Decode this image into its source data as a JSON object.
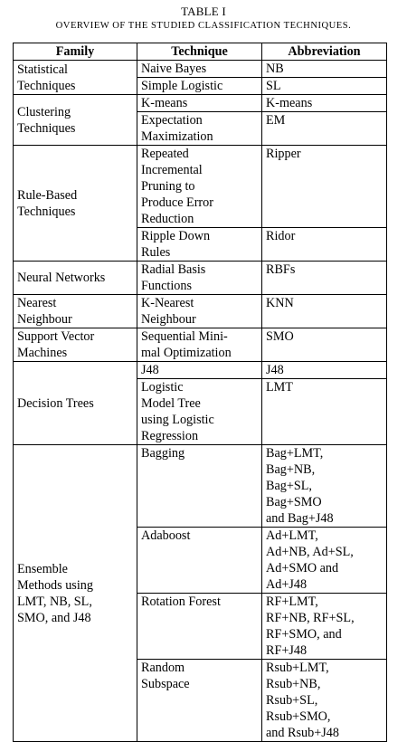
{
  "caption": {
    "number": "TABLE I",
    "title": "OVERVIEW OF THE STUDIED CLASSIFICATION TECHNIQUES."
  },
  "headers": [
    "Family",
    "Technique",
    "Abbreviation"
  ],
  "families": [
    {
      "name": "Statistical\nTechniques",
      "rows": [
        {
          "technique": "Naive Bayes",
          "abbr": "NB"
        },
        {
          "technique": "Simple Logistic",
          "abbr": "SL"
        }
      ]
    },
    {
      "name": "Clustering\nTechniques",
      "rows": [
        {
          "technique": "K-means",
          "abbr": "K-means"
        },
        {
          "technique": "Expectation\nMaximization",
          "abbr": "EM"
        }
      ]
    },
    {
      "name": "Rule-Based\nTechniques",
      "rows": [
        {
          "technique": "Repeated\nIncremental\nPruning          to\nProduce    Error\nReduction",
          "abbr": "Ripper"
        },
        {
          "technique": "Ripple      Down\nRules",
          "abbr": "Ridor"
        }
      ]
    },
    {
      "name": "Neural Networks",
      "rows": [
        {
          "technique": "Radial         Basis\nFunctions",
          "abbr": "RBFs"
        }
      ]
    },
    {
      "name": "Nearest\nNeighbour",
      "rows": [
        {
          "technique": "K-Nearest\nNeighbour",
          "abbr": "KNN"
        }
      ]
    },
    {
      "name": "Support     Vector\nMachines",
      "rows": [
        {
          "technique": "Sequential Mini-\nmal Optimization",
          "abbr": "SMO"
        }
      ]
    },
    {
      "name": "Decision Trees",
      "rows": [
        {
          "technique": "J48",
          "abbr": "J48"
        },
        {
          "technique": "Logistic\nModel          Tree\nusing    Logistic\nRegression",
          "abbr": "LMT"
        }
      ]
    },
    {
      "name": "Ensemble\nMethods using\nLMT, NB, SL,\nSMO, and J48",
      "rows": [
        {
          "technique": "Bagging",
          "abbr": "Bag+LMT,\nBag+NB,\nBag+SL,\nBag+SMO\nand Bag+J48"
        },
        {
          "technique": "Adaboost",
          "abbr": "Ad+LMT,\nAd+NB, Ad+SL,\nAd+SMO       and\nAd+J48"
        },
        {
          "technique": "Rotation Forest",
          "abbr": "RF+LMT,\nRF+NB, RF+SL,\nRF+SMO,       and\nRF+J48"
        },
        {
          "technique": "Random\nSubspace",
          "abbr": "Rsub+LMT,\nRsub+NB,\nRsub+SL,\nRsub+SMO,\nand Rsub+J48"
        }
      ]
    }
  ]
}
